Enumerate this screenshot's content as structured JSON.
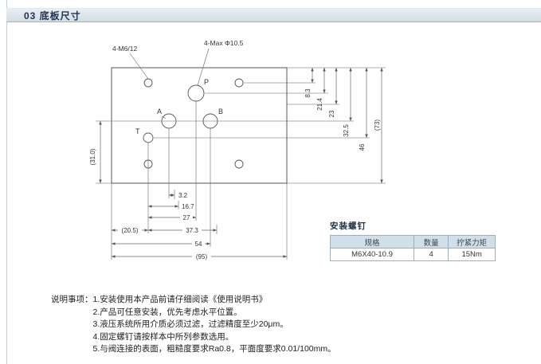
{
  "header": {
    "title": "03 底板尺寸"
  },
  "drawing": {
    "callouts": {
      "m6_holes": "4-M6/12",
      "max_holes": "4-Max Φ10.5"
    },
    "ports": {
      "p": "P",
      "a": "A",
      "b": "B",
      "t": "T"
    },
    "dims_right": [
      "8.3",
      "21.4",
      "23",
      "32.5",
      "46",
      "(73)"
    ],
    "dims_bottom": [
      "3.2",
      "16.7",
      "27",
      "37.3",
      "54",
      "(95)"
    ],
    "dim_bottom_left": "(20.5)",
    "dim_left_vertical": "(31.0)"
  },
  "screw_table": {
    "title": "安装螺钉",
    "headers": [
      "规格",
      "数量",
      "拧紧力矩"
    ],
    "row": [
      "M6X40-10.9",
      "4",
      "15Nm"
    ]
  },
  "notes": {
    "label": "说明事项：",
    "items": [
      "1.安装使用本产品前请仔细阅读《使用说明书》",
      "2.产品可任意安装，优先考虑水平位置。",
      "3.液压系统所用介质必须过滤，过滤精度至少20μm。",
      "4.固定螺钉请按样本中所列参数选用。",
      "5.与阀连接的表面，粗糙度要求Ra0.8，平面度要求0.01/100mm。"
    ]
  },
  "colors": {
    "header_bg": "#d2dde3",
    "table_header_bg": "#cfe0ea",
    "line_color": "#555555"
  }
}
